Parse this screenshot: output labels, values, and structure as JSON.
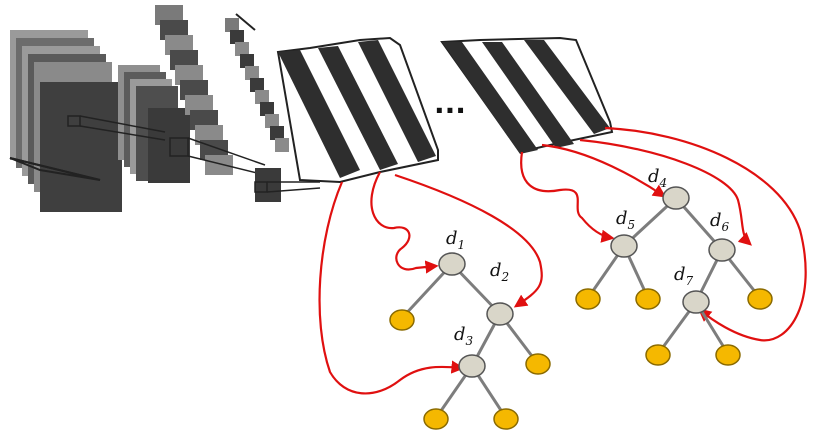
{
  "colors": {
    "split_node_fill": "#d9d6c9",
    "split_node_stroke": "#555555",
    "leaf_fill": "#f5b800",
    "leaf_stroke": "#8a6a00",
    "edge": "#7d7d7d",
    "routing_arrow": "#e01010",
    "feature_map_dark": "#3a3a3a",
    "feature_map_light": "#9a9a9a"
  },
  "icons": {
    "routing_arrow": "red-arrow-icon",
    "split_node": "decision-node-icon",
    "leaf_node": "leaf-node-icon"
  },
  "ellipsis": "...",
  "tree_1": {
    "nodes": [
      {
        "id": "d1",
        "label": "d",
        "sub": "1"
      },
      {
        "id": "d2",
        "label": "d",
        "sub": "2"
      },
      {
        "id": "d3",
        "label": "d",
        "sub": "3"
      }
    ]
  },
  "tree_2": {
    "nodes": [
      {
        "id": "d4",
        "label": "d",
        "sub": "4"
      },
      {
        "id": "d5",
        "label": "d",
        "sub": "5"
      },
      {
        "id": "d6",
        "label": "d",
        "sub": "6"
      },
      {
        "id": "d7",
        "label": "d",
        "sub": "7"
      }
    ]
  }
}
